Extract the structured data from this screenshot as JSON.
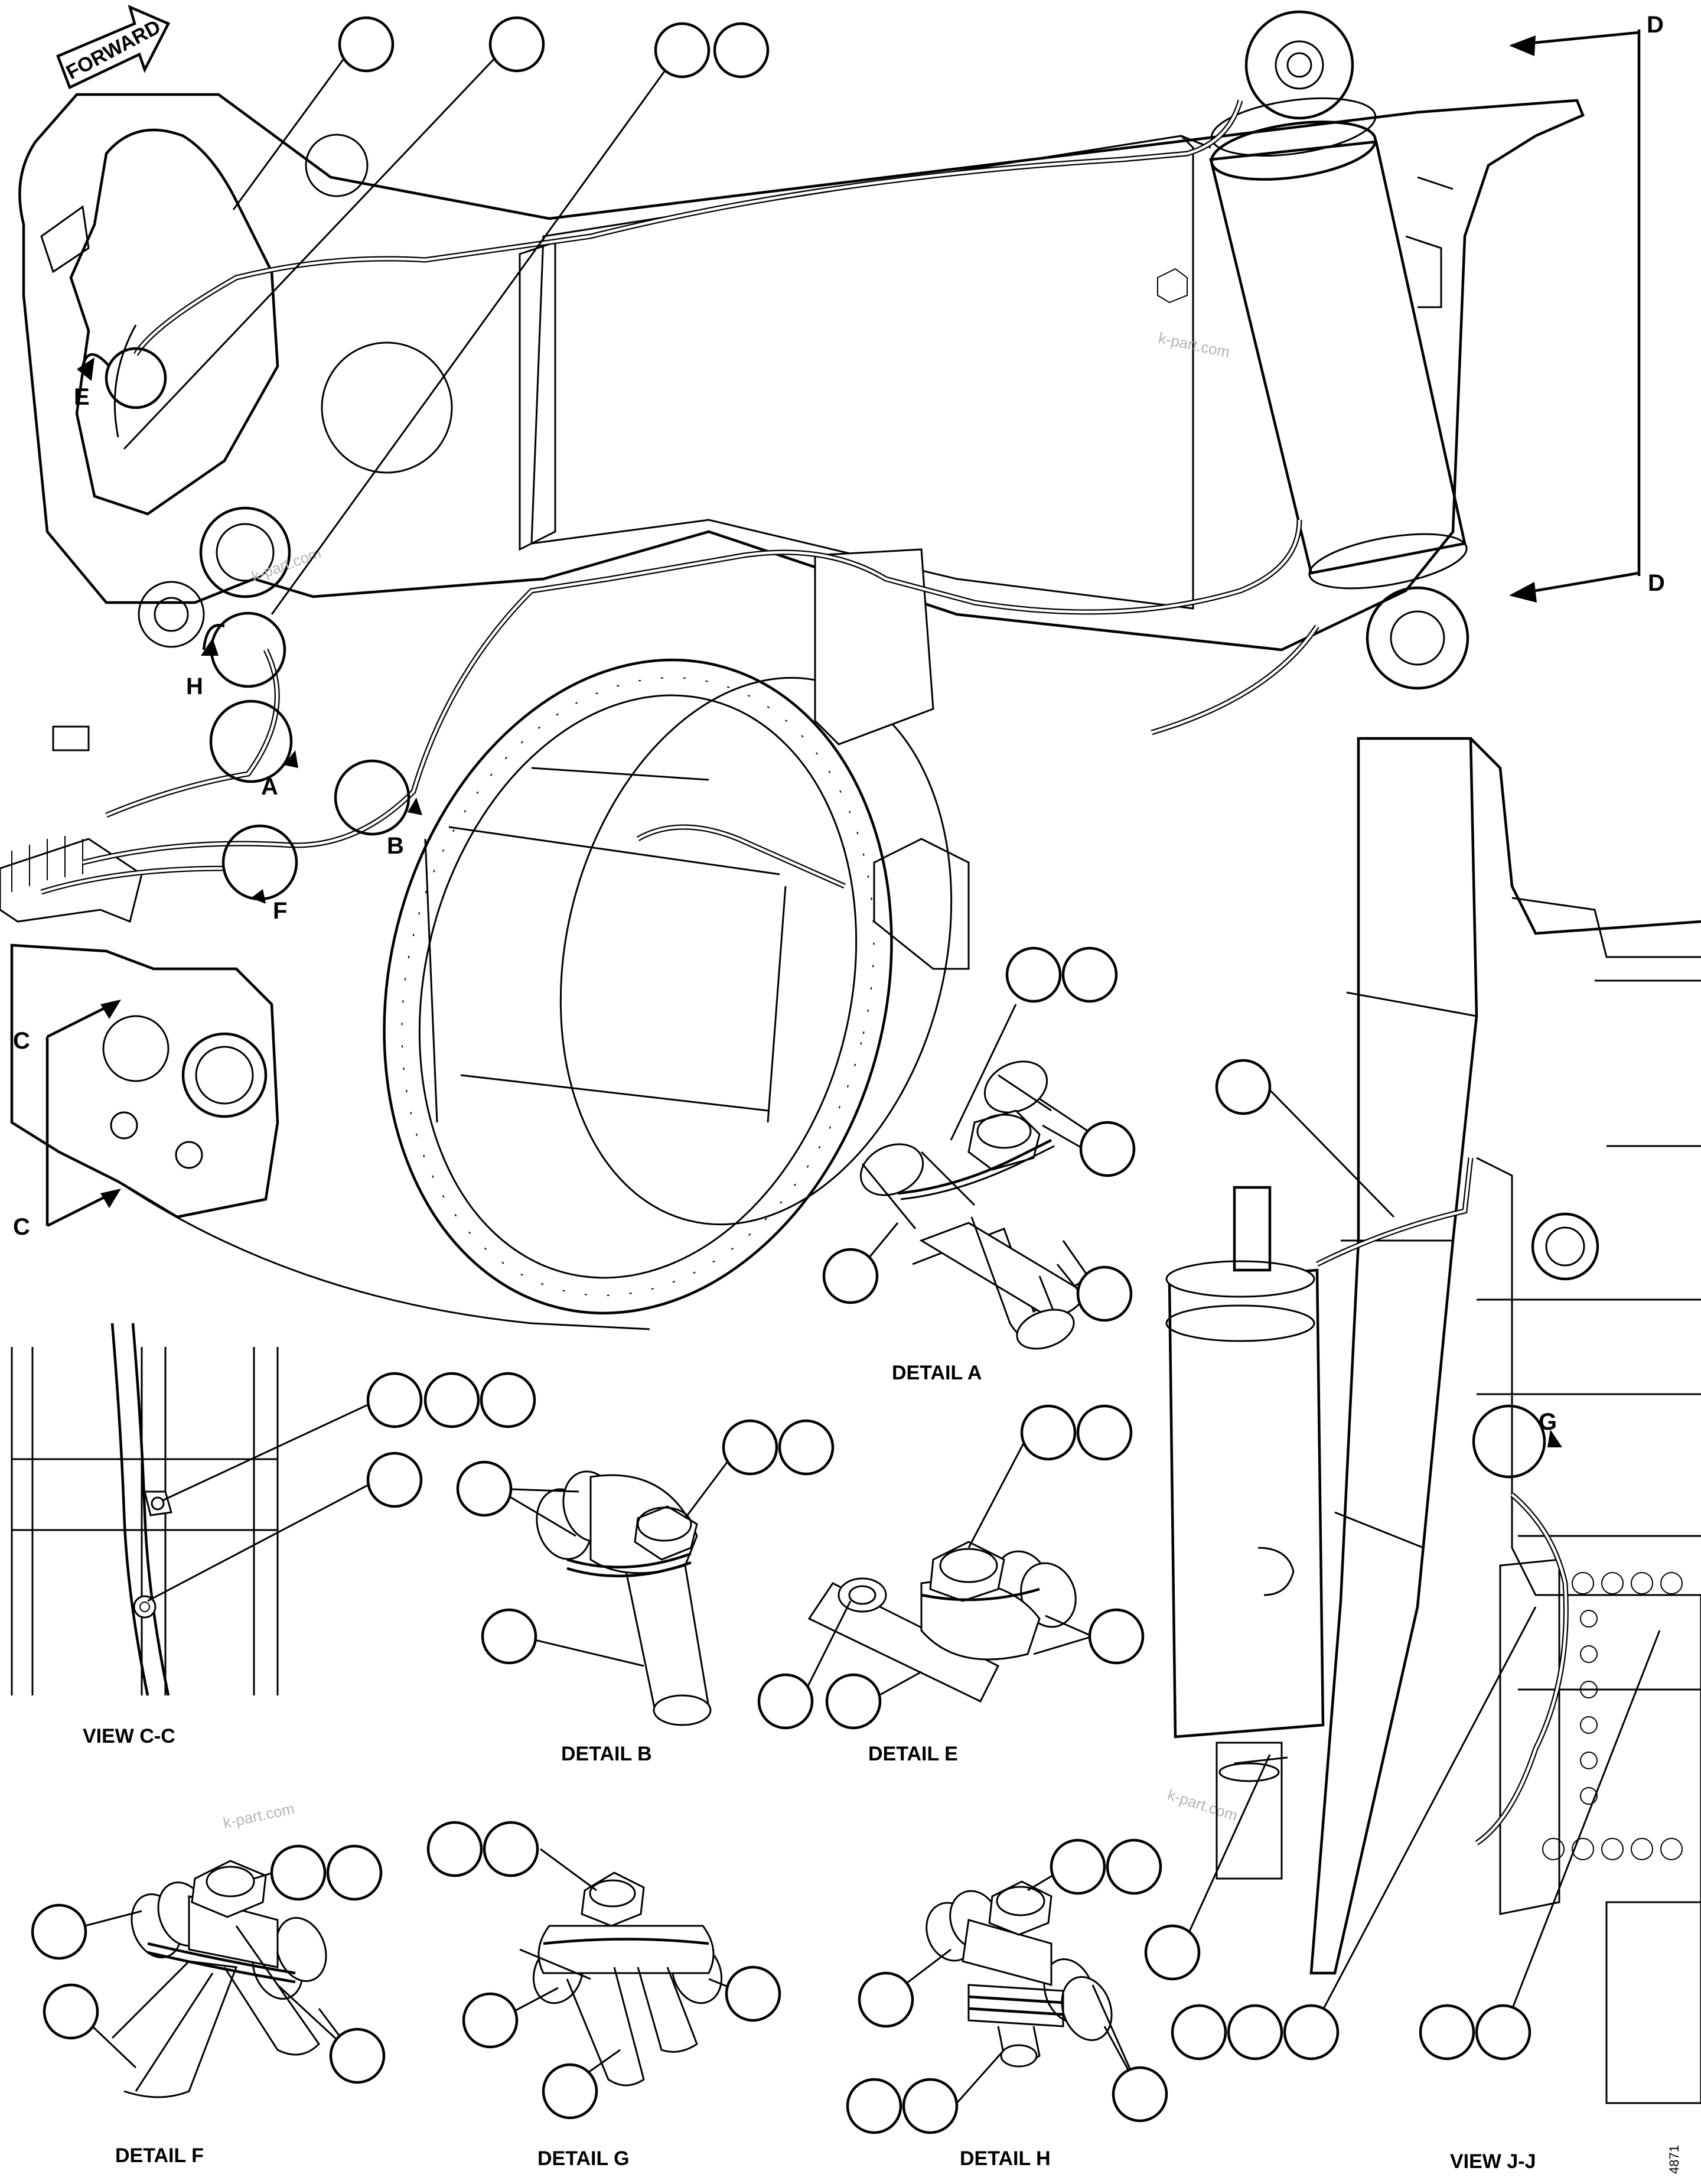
{
  "callout_labels": {
    "forward": "FORWARD",
    "view_d": "D",
    "view_c": "C",
    "view_e": "E",
    "view_h": "H",
    "detail_a": "A",
    "detail_b": "B",
    "detail_f": "F",
    "detail_g": "G"
  },
  "section_titles": {
    "detail_a": "DETAIL A",
    "view_cc": "VIEW C-C",
    "detail_b": "DETAIL B",
    "detail_e": "DETAIL E",
    "detail_f": "DETAIL F",
    "detail_g": "DETAIL G",
    "detail_h": "DETAIL H",
    "view_jj": "VIEW J-J"
  },
  "watermark": "k-part.com",
  "figure_number": "4871"
}
